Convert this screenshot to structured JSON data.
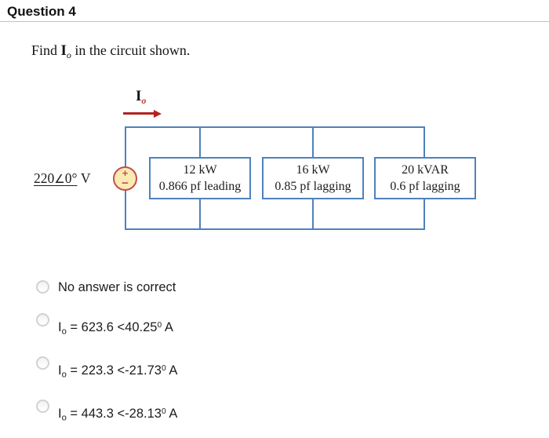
{
  "header": {
    "title": "Question 4"
  },
  "question": {
    "prefix": "Find ",
    "symbol": "I",
    "subscript": "o",
    "suffix": " in the circuit shown."
  },
  "circuit": {
    "current_label": {
      "symbol": "I",
      "subscript": "o"
    },
    "source": {
      "magnitude": "220",
      "angle_symbol": "∠",
      "angle_value": "0°",
      "unit": "V",
      "plus": "+",
      "minus": "−"
    },
    "loads": [
      {
        "line1": "12 kW",
        "line2": "0.866 pf leading"
      },
      {
        "line1": "16 kW",
        "line2": "0.85 pf lagging"
      },
      {
        "line1": "20 kVAR",
        "line2": "0.6 pf lagging"
      }
    ],
    "colors": {
      "wire": "#4f81bd",
      "box_border": "#4f81bd",
      "source_border": "#c0504d",
      "source_fill": "#fdeab3",
      "arrow": "#b22222",
      "subscript_red": "#c0392b"
    }
  },
  "options": [
    {
      "label": "No answer is correct"
    },
    {
      "symbol": "I",
      "subscript": "o",
      "body": " = 623.6 <40.25",
      "superscript": "0",
      "suffix": " A"
    },
    {
      "symbol": "I",
      "subscript": "o",
      "body": " = 223.3 <-21.73",
      "superscript": "0",
      "suffix": " A"
    },
    {
      "symbol": "I",
      "subscript": "o",
      "body": " = 443.3 <-28.13",
      "superscript": "0",
      "suffix": " A"
    }
  ]
}
